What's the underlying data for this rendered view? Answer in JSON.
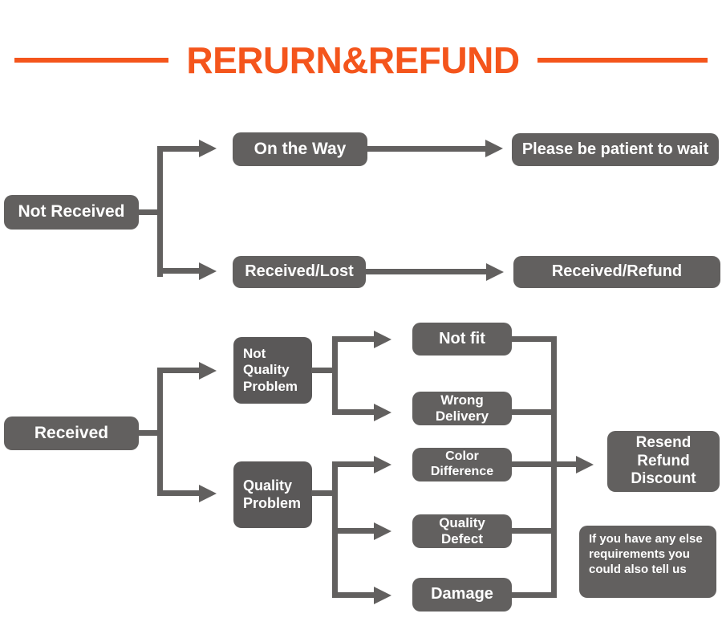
{
  "header": {
    "title": "RERURN&REFUND",
    "accent_color": "#f4551c",
    "rule_left": "",
    "rule_right": ""
  },
  "theme": {
    "node_color": "#62605f",
    "node_dark_color": "#5a5858",
    "node_text_color": "#ffffff",
    "background": "#ffffff"
  },
  "flow": {
    "not_received_branch": {
      "root": "Not Received",
      "children": [
        {
          "label": "On the Way",
          "outcome": "Please be patient to wait"
        },
        {
          "label": "Received/Lost",
          "outcome": "Received/Refund"
        }
      ]
    },
    "received_branch": {
      "root": "Received",
      "categories": [
        {
          "label": "Not\nQuality\nProblem",
          "reasons": [
            "Not fit",
            "Wrong Delivery"
          ]
        },
        {
          "label": "Quality\nProblem",
          "reasons": [
            "Color Difference",
            "Quality Defect",
            "Damage"
          ]
        }
      ],
      "resolution": "Resend\nRefund\nDiscount"
    }
  },
  "note": {
    "text": "If you have any else\nrequirements you\ncould also tell us"
  }
}
